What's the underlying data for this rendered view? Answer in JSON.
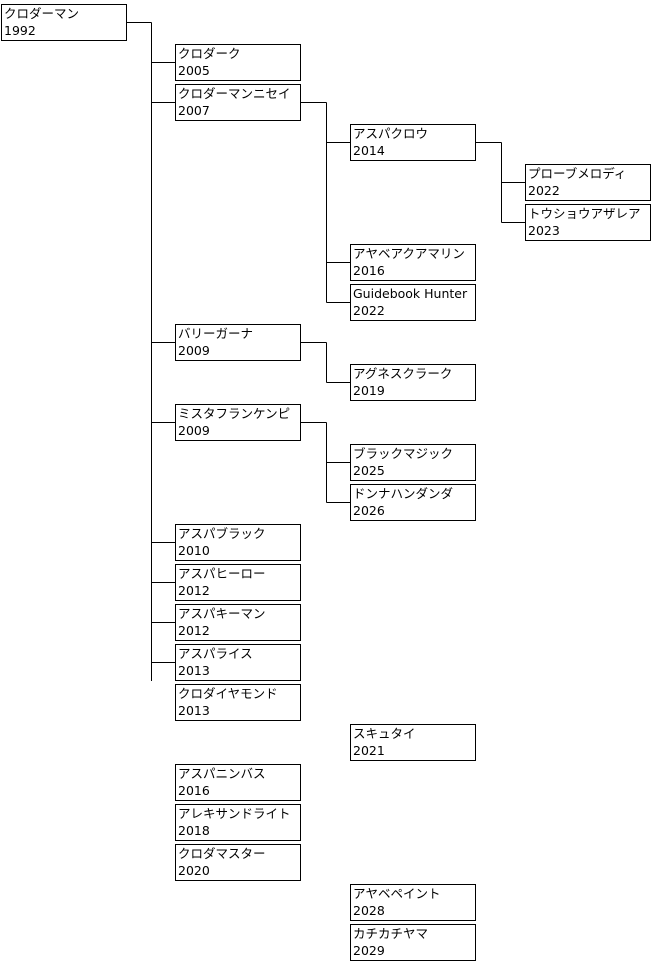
{
  "tree": {
    "name": "クロダーマン",
    "year": "1992",
    "children": [
      {
        "name": "クロダーク",
        "year": "2005"
      },
      {
        "name": "クロダーマンニセイ",
        "year": "2007",
        "children": [
          {
            "name": "アスパクロウ",
            "year": "2014",
            "children": [
              {
                "name": "プローブメロディ",
                "year": "2022"
              },
              {
                "name": "トウショウアザレア",
                "year": "2023"
              }
            ]
          },
          {
            "name": "アヤベアクアマリン",
            "year": "2016"
          },
          {
            "name": "Guidebook Hunter",
            "year": "2022"
          }
        ]
      },
      {
        "name": "バリーガーナ",
        "year": "2009",
        "children": [
          {
            "name": "アグネスクラーク",
            "year": "2019"
          }
        ]
      },
      {
        "name": "ミスタフランケンピ",
        "year": "2009",
        "children": [
          {
            "name": "ブラックマジック",
            "year": "2025"
          },
          {
            "name": "ドンナハンダンダ",
            "year": "2026"
          }
        ]
      },
      {
        "name": "アスパブラック",
        "year": "2010"
      },
      {
        "name": "アスパヒーロー",
        "year": "2012"
      },
      {
        "name": "アスパキーマン",
        "year": "2012"
      },
      {
        "name": "アスパライス",
        "year": "2013"
      },
      {
        "name": "クロダイヤモンド",
        "year": "2013",
        "children": [
          {
            "name": "スキュタイ",
            "year": "2021"
          }
        ]
      },
      {
        "name": "アスパニンバス",
        "year": "2016"
      },
      {
        "name": "アレキサンドライト",
        "year": "2018"
      },
      {
        "name": "クロダマスター",
        "year": "2020",
        "children": [
          {
            "name": "アヤベペイント",
            "year": "2028"
          },
          {
            "name": "カチカチヤマ",
            "year": "2029"
          }
        ]
      }
    ]
  }
}
